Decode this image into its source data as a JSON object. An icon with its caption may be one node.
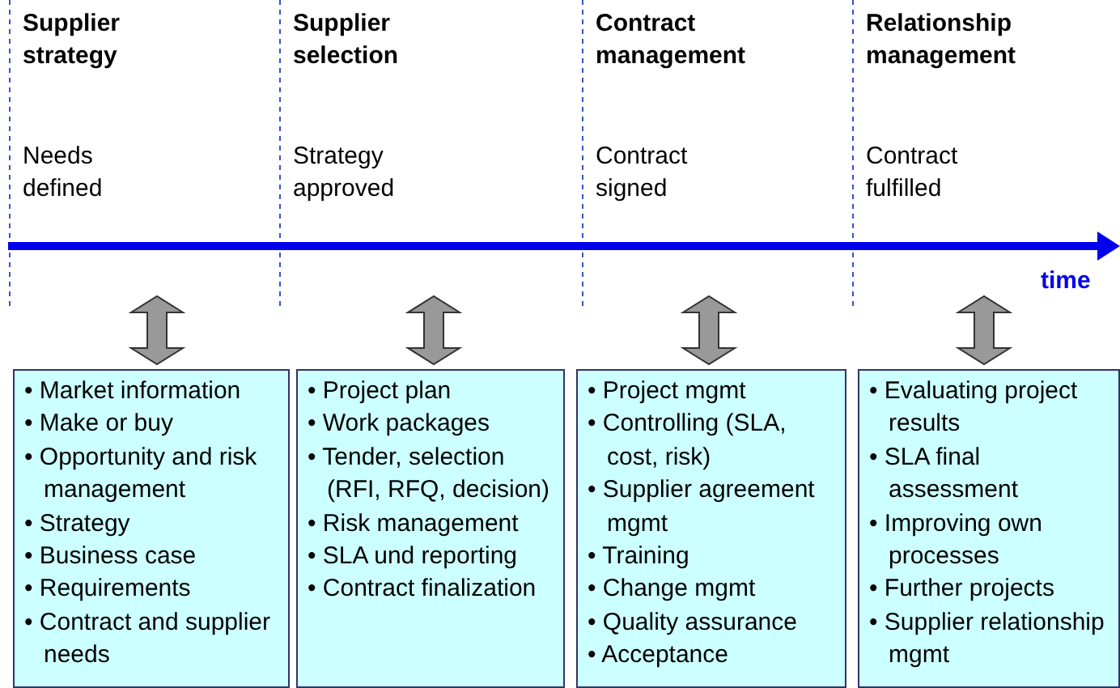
{
  "diagram": {
    "nodes": [
      {
        "text": [
          "• Market information",
          "• Make or buy",
          "• Opportunity and risk management",
          "• Strategy",
          "• Business case",
          "• Requirements",
          "• Contract and supplier needs"
        ]
      },
      {
        "text": [
          "• Project plan",
          "• Work packages",
          "• Tender, selection (RFI, RFQ, decision)",
          "• Risk management",
          "• SLA und reporting",
          "• Contract finalization"
        ]
      },
      {
        "text": [
          "• Project mgmt",
          "• Controlling (SLA, cost, risk)",
          "• Supplier agreement mgmt",
          "• Training",
          "• Change mgmt",
          "• Quality assurance",
          "• Acceptance"
        ]
      },
      {
        "text": [
          "• Evaluating project results",
          "• SLA final assessment",
          "• Improving own processes",
          "• Further projects",
          "• Supplier relationship mgmt"
        ]
      }
    ],
    "edges": [
      {
        "from": null,
        "to": 0,
        "arrow": "both"
      },
      {
        "from": null,
        "to": 1,
        "arrow": "both"
      },
      {
        "from": null,
        "to": 2,
        "arrow": "both"
      },
      {
        "from": null,
        "to": 3,
        "arrow": "both"
      }
    ],
    "labels": [
      "Supplier strategy",
      "Supplier selection",
      "Contract management",
      "Relationship management",
      "Needs defined",
      "Strategy approved",
      "Contract signed",
      "Contract fulfilled",
      "time"
    ]
  }
}
